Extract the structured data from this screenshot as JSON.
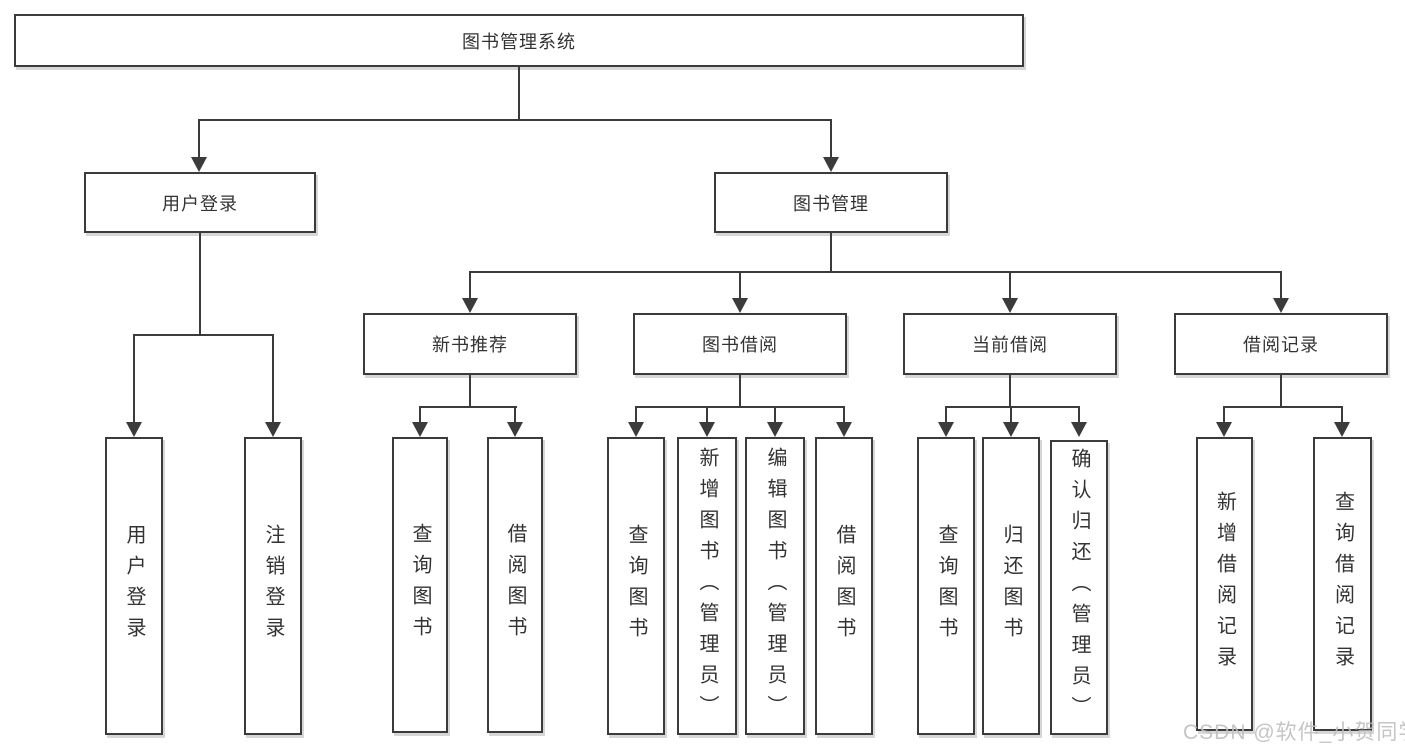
{
  "tree": {
    "root": {
      "label": "图书管理系统"
    },
    "branches": [
      {
        "label": "用户登录",
        "children": [
          {
            "label": "用户登录"
          },
          {
            "label": "注销登录"
          }
        ]
      },
      {
        "label": "图书管理",
        "children": [
          {
            "label": "新书推荐",
            "children": [
              {
                "label": "查询图书"
              },
              {
                "label": "借阅图书"
              }
            ]
          },
          {
            "label": "图书借阅",
            "children": [
              {
                "label": "查询图书"
              },
              {
                "label": "新增图书（管理员）"
              },
              {
                "label": "编辑图书（管理员）"
              },
              {
                "label": "借阅图书"
              }
            ]
          },
          {
            "label": "当前借阅",
            "children": [
              {
                "label": "查询图书"
              },
              {
                "label": "归还图书"
              },
              {
                "label": "确认归还（管理员）"
              }
            ]
          },
          {
            "label": "借阅记录",
            "children": [
              {
                "label": "新增借阅记录"
              },
              {
                "label": "查询借阅记录"
              }
            ]
          }
        ]
      }
    ]
  },
  "watermark": {
    "text": "CSDN @软件_小贺同学"
  },
  "colors": {
    "line": "#3b3b3b",
    "box_border": "#3b3b3b",
    "text": "#333333",
    "background": "#ffffff",
    "watermark": "#bfbfbf"
  }
}
